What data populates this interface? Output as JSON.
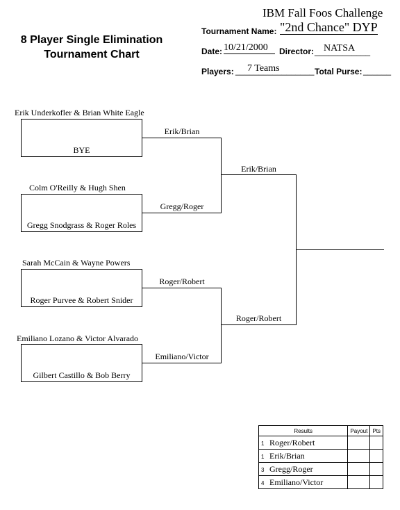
{
  "header": {
    "title_line1": "8 Player Single Elimination",
    "title_line2": "Tournament Chart",
    "event_name": "IBM Fall Foos Challenge",
    "tournament_label": "Tournament Name:",
    "tournament_value": "\"2nd Chance\" DYP",
    "date_label": "Date:",
    "date_value": "10/21/2000",
    "date_blank": "__________",
    "director_label": "Director:",
    "director_blank": "____________",
    "director_value": "NATSA",
    "players_label": "Players:",
    "players_blank": "_________________",
    "players_value": "7 Teams",
    "purse_label": "Total Purse:",
    "purse_blank": "______"
  },
  "bracket": {
    "round1": [
      {
        "top": "Erik Underkofler & Brian White Eagle",
        "bottom": "BYE",
        "winner": "Erik/Brian"
      },
      {
        "top": "Colm O'Reilly & Hugh Shen",
        "bottom": "Gregg Snodgrass & Roger Roles",
        "winner": "Gregg/Roger"
      },
      {
        "top": "Sarah McCain & Wayne Powers",
        "bottom": "Roger Purvee & Robert Snider",
        "winner": "Roger/Robert"
      },
      {
        "top": "Emiliano Lozano & Victor Alvarado",
        "bottom": "Gilbert Castillo & Bob Berry",
        "winner": "Emiliano/Victor"
      }
    ],
    "round2": [
      "Erik/Brian",
      "Roger/Robert"
    ]
  },
  "results": {
    "header": "Results",
    "payout_label": "Payout",
    "pts_label": "Pts",
    "rows": [
      {
        "rank": "1",
        "name": "Roger/Robert"
      },
      {
        "rank": "1",
        "name": "Erik/Brian"
      },
      {
        "rank": "3",
        "name": "Gregg/Roger"
      },
      {
        "rank": "4",
        "name": "Emiliano/Victor"
      }
    ]
  }
}
